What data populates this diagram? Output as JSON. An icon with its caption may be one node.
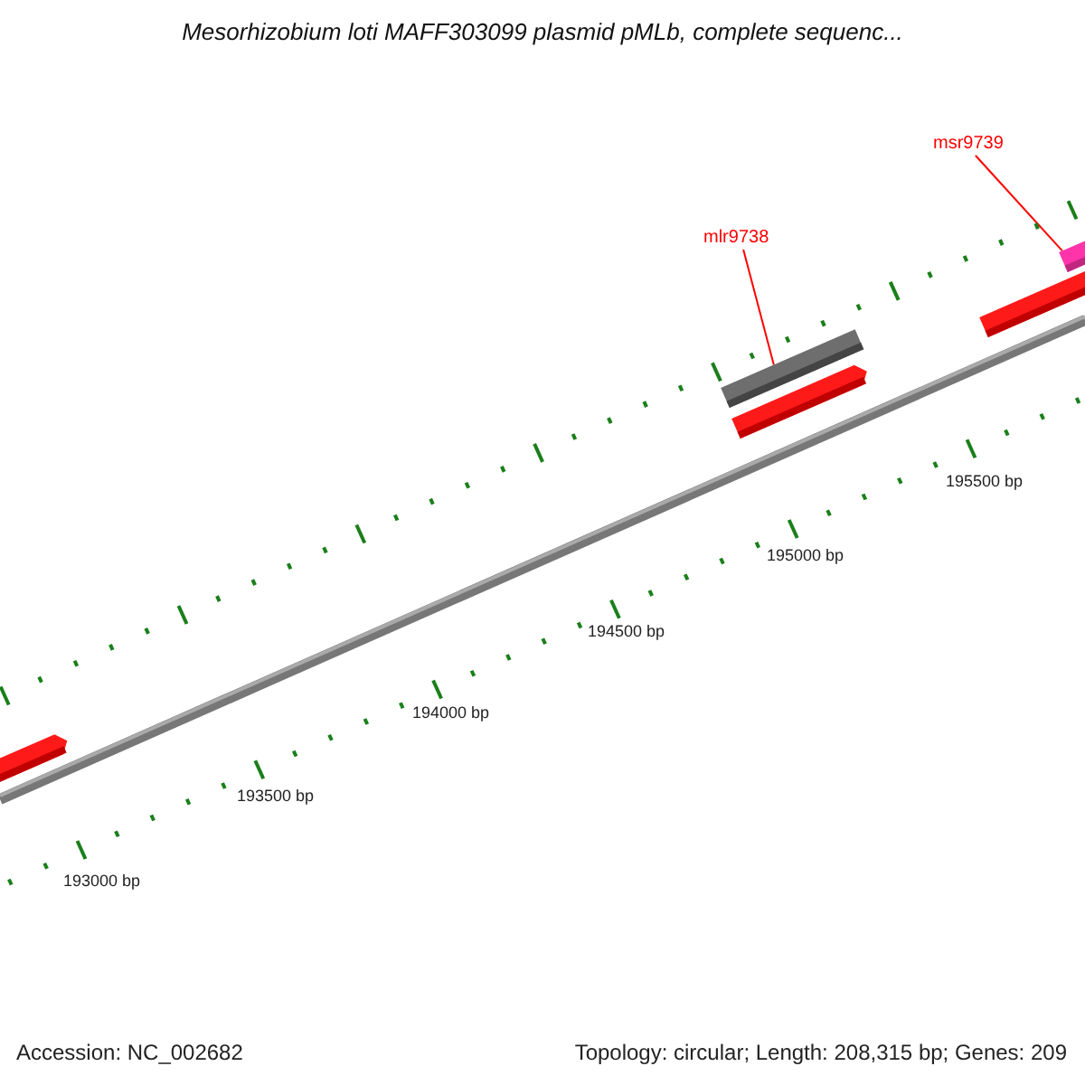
{
  "diagram": {
    "title": "Mesorhizobium loti MAFF303099 plasmid pMLb, complete sequenc...",
    "nodes": [
      {
        "text": [
          "mlr9738"
        ]
      },
      {
        "text": [],
        "shape": "bar"
      },
      {
        "text": [
          "msr9739"
        ]
      },
      {
        "text": [],
        "shape": "bar"
      }
    ],
    "edges": [
      {
        "from": 0,
        "to": 1,
        "arrow": "none"
      },
      {
        "from": 2,
        "to": 3,
        "arrow": "none"
      }
    ],
    "labels": [
      "195500 bp",
      "195000 bp",
      "194500 bp",
      "194000 bp",
      "193500 bp",
      "193000 bp",
      "Accession: NC_002682",
      "Topology: circular; Length: 208,315 bp; Genes: 209"
    ]
  }
}
